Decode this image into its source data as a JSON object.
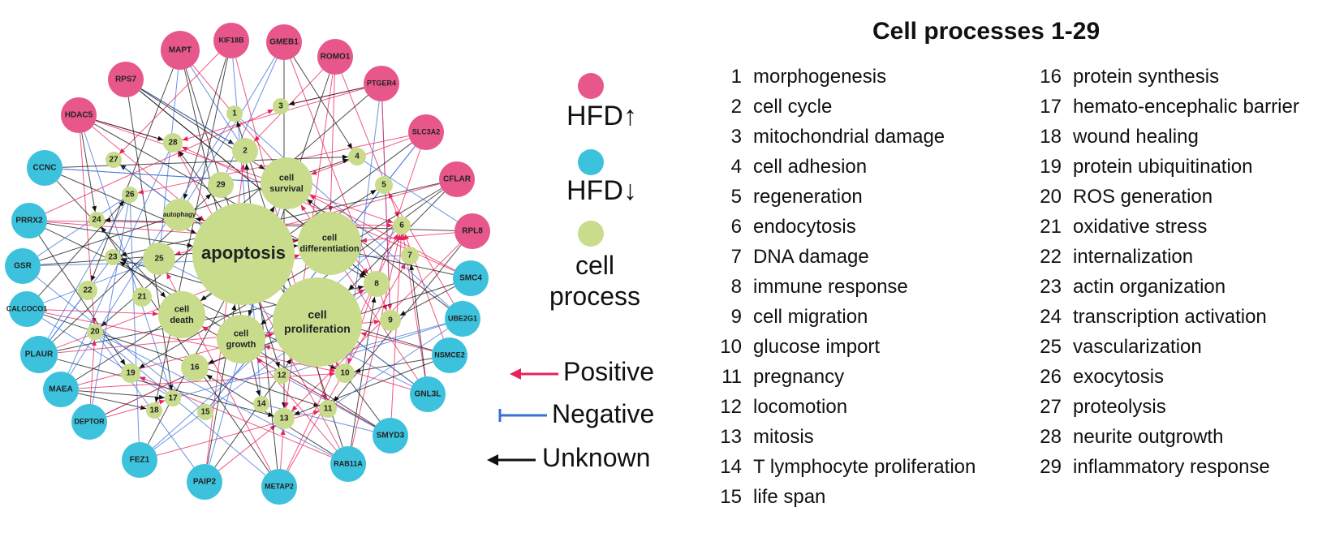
{
  "legend": {
    "up_label": "HFD",
    "up_arrow": "↑",
    "down_label": "HFD",
    "down_arrow": "↓",
    "process_label_line1": "cell",
    "process_label_line2": "process",
    "positive": "Positive",
    "negative": "Negative",
    "unknown": "Unknown"
  },
  "colors": {
    "up": "#e8578b",
    "down": "#3cc2dd",
    "process": "#c9dc8c",
    "positive": "#e8225a",
    "negative": "#3a6fd8",
    "unknown": "#111111"
  },
  "processes_title": "Cell processes 1-29",
  "processes": [
    {
      "num": "1",
      "name": "morphogenesis"
    },
    {
      "num": "2",
      "name": "cell cycle"
    },
    {
      "num": "3",
      "name": "mitochondrial damage"
    },
    {
      "num": "4",
      "name": "cell adhesion"
    },
    {
      "num": "5",
      "name": "regeneration"
    },
    {
      "num": "6",
      "name": "endocytosis"
    },
    {
      "num": "7",
      "name": "DNA damage"
    },
    {
      "num": "8",
      "name": "immune response"
    },
    {
      "num": "9",
      "name": "cell migration"
    },
    {
      "num": "10",
      "name": "glucose import"
    },
    {
      "num": "11",
      "name": "pregnancy"
    },
    {
      "num": "12",
      "name": "locomotion"
    },
    {
      "num": "13",
      "name": "mitosis"
    },
    {
      "num": "14",
      "name": "T lymphocyte proliferation"
    },
    {
      "num": "15",
      "name": "life span"
    },
    {
      "num": "16",
      "name": "protein synthesis"
    },
    {
      "num": "17",
      "name": "hemato-encephalic barrier"
    },
    {
      "num": "18",
      "name": "wound healing"
    },
    {
      "num": "19",
      "name": "protein ubiquitination"
    },
    {
      "num": "20",
      "name": "ROS generation"
    },
    {
      "num": "21",
      "name": "oxidative stress"
    },
    {
      "num": "22",
      "name": "internalization"
    },
    {
      "num": "23",
      "name": "actin organization"
    },
    {
      "num": "24",
      "name": "transcription activation"
    },
    {
      "num": "25",
      "name": "vascularization"
    },
    {
      "num": "26",
      "name": "exocytosis"
    },
    {
      "num": "27",
      "name": "proteolysis"
    },
    {
      "num": "28",
      "name": "neurite outgrowth"
    },
    {
      "num": "29",
      "name": "inflammatory response"
    }
  ],
  "network": {
    "genes_up": [
      "MAPT",
      "KIF18B",
      "GMEB1",
      "ROMO1",
      "RPS7",
      "PTGER4",
      "HDAC5",
      "SLC3A2",
      "CFLAR",
      "RPL8"
    ],
    "genes_down": [
      "CCNC",
      "PRRX2",
      "GSR",
      "CALCOCO1",
      "PLAUR",
      "MAEA",
      "DEPTOR",
      "FEZ1",
      "PAIP2",
      "METAP2",
      "RAB11A",
      "SMYD3",
      "GNL3L",
      "NSMCE2",
      "UBE2G1",
      "SMC4"
    ],
    "process_nodes": [
      "apoptosis",
      "cell proliferation",
      "cell differentiation",
      "cell survival",
      "cell death",
      "cell growth",
      "autophagy",
      "1",
      "2",
      "3",
      "4",
      "5",
      "6",
      "7",
      "8",
      "9",
      "10",
      "11",
      "12",
      "13",
      "14",
      "15",
      "16",
      "17",
      "18",
      "19",
      "20",
      "21",
      "22",
      "23",
      "24",
      "25",
      "26",
      "27",
      "28",
      "29"
    ]
  }
}
